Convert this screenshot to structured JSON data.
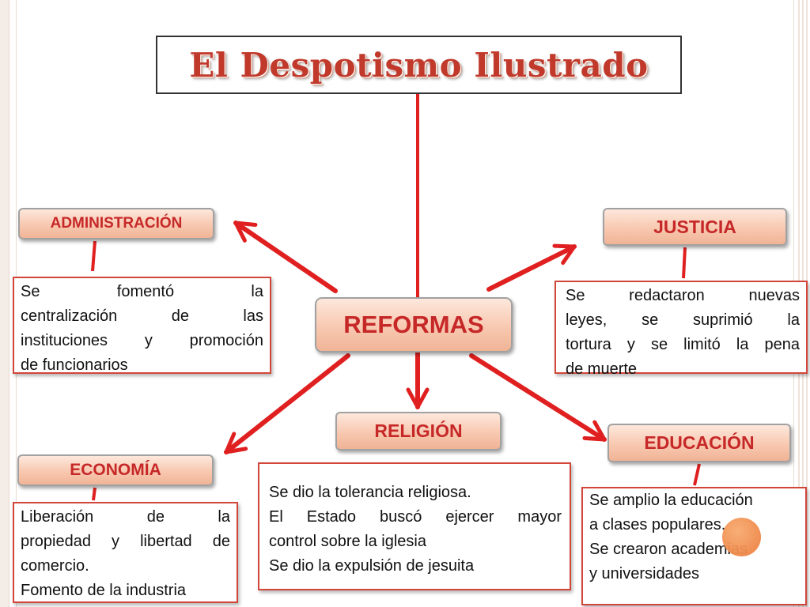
{
  "title": "El Despotismo Ilustrado",
  "center": {
    "label": "REFORMAS"
  },
  "branches": {
    "administracion": {
      "label": "ADMINISTRACIÓN",
      "lines": [
        "Se fomentó la",
        "centralización de las",
        "instituciones y promoción",
        "de funcionarios"
      ]
    },
    "justicia": {
      "label": "JUSTICIA",
      "lines": [
        "Se redactaron nuevas",
        "leyes, se suprimió la",
        "tortura y se limitó la pena",
        "de muerte"
      ]
    },
    "religion": {
      "label": "RELIGIÓN",
      "lines": [
        "Se dio la tolerancia religiosa.",
        "El Estado buscó ejercer mayor",
        "control sobre la iglesia",
        "Se dio la expulsión de jesuita"
      ]
    },
    "educacion": {
      "label": "EDUCACIÓN",
      "lines": [
        "Se amplio la educación",
        "a clases populares.",
        "Se crearon academias",
        "y universidades"
      ]
    },
    "economia": {
      "label": "ECONOMÍA",
      "lines": [
        "Liberación de la",
        "propiedad y libertad de",
        "comercio.",
        "Fomento de la industria"
      ]
    }
  },
  "colors": {
    "title_text": "#c0392b",
    "label_text": "#c62828",
    "arrow": "#e02020",
    "box_border": "#d2463a",
    "pill_fill": "#f8c8b0"
  }
}
